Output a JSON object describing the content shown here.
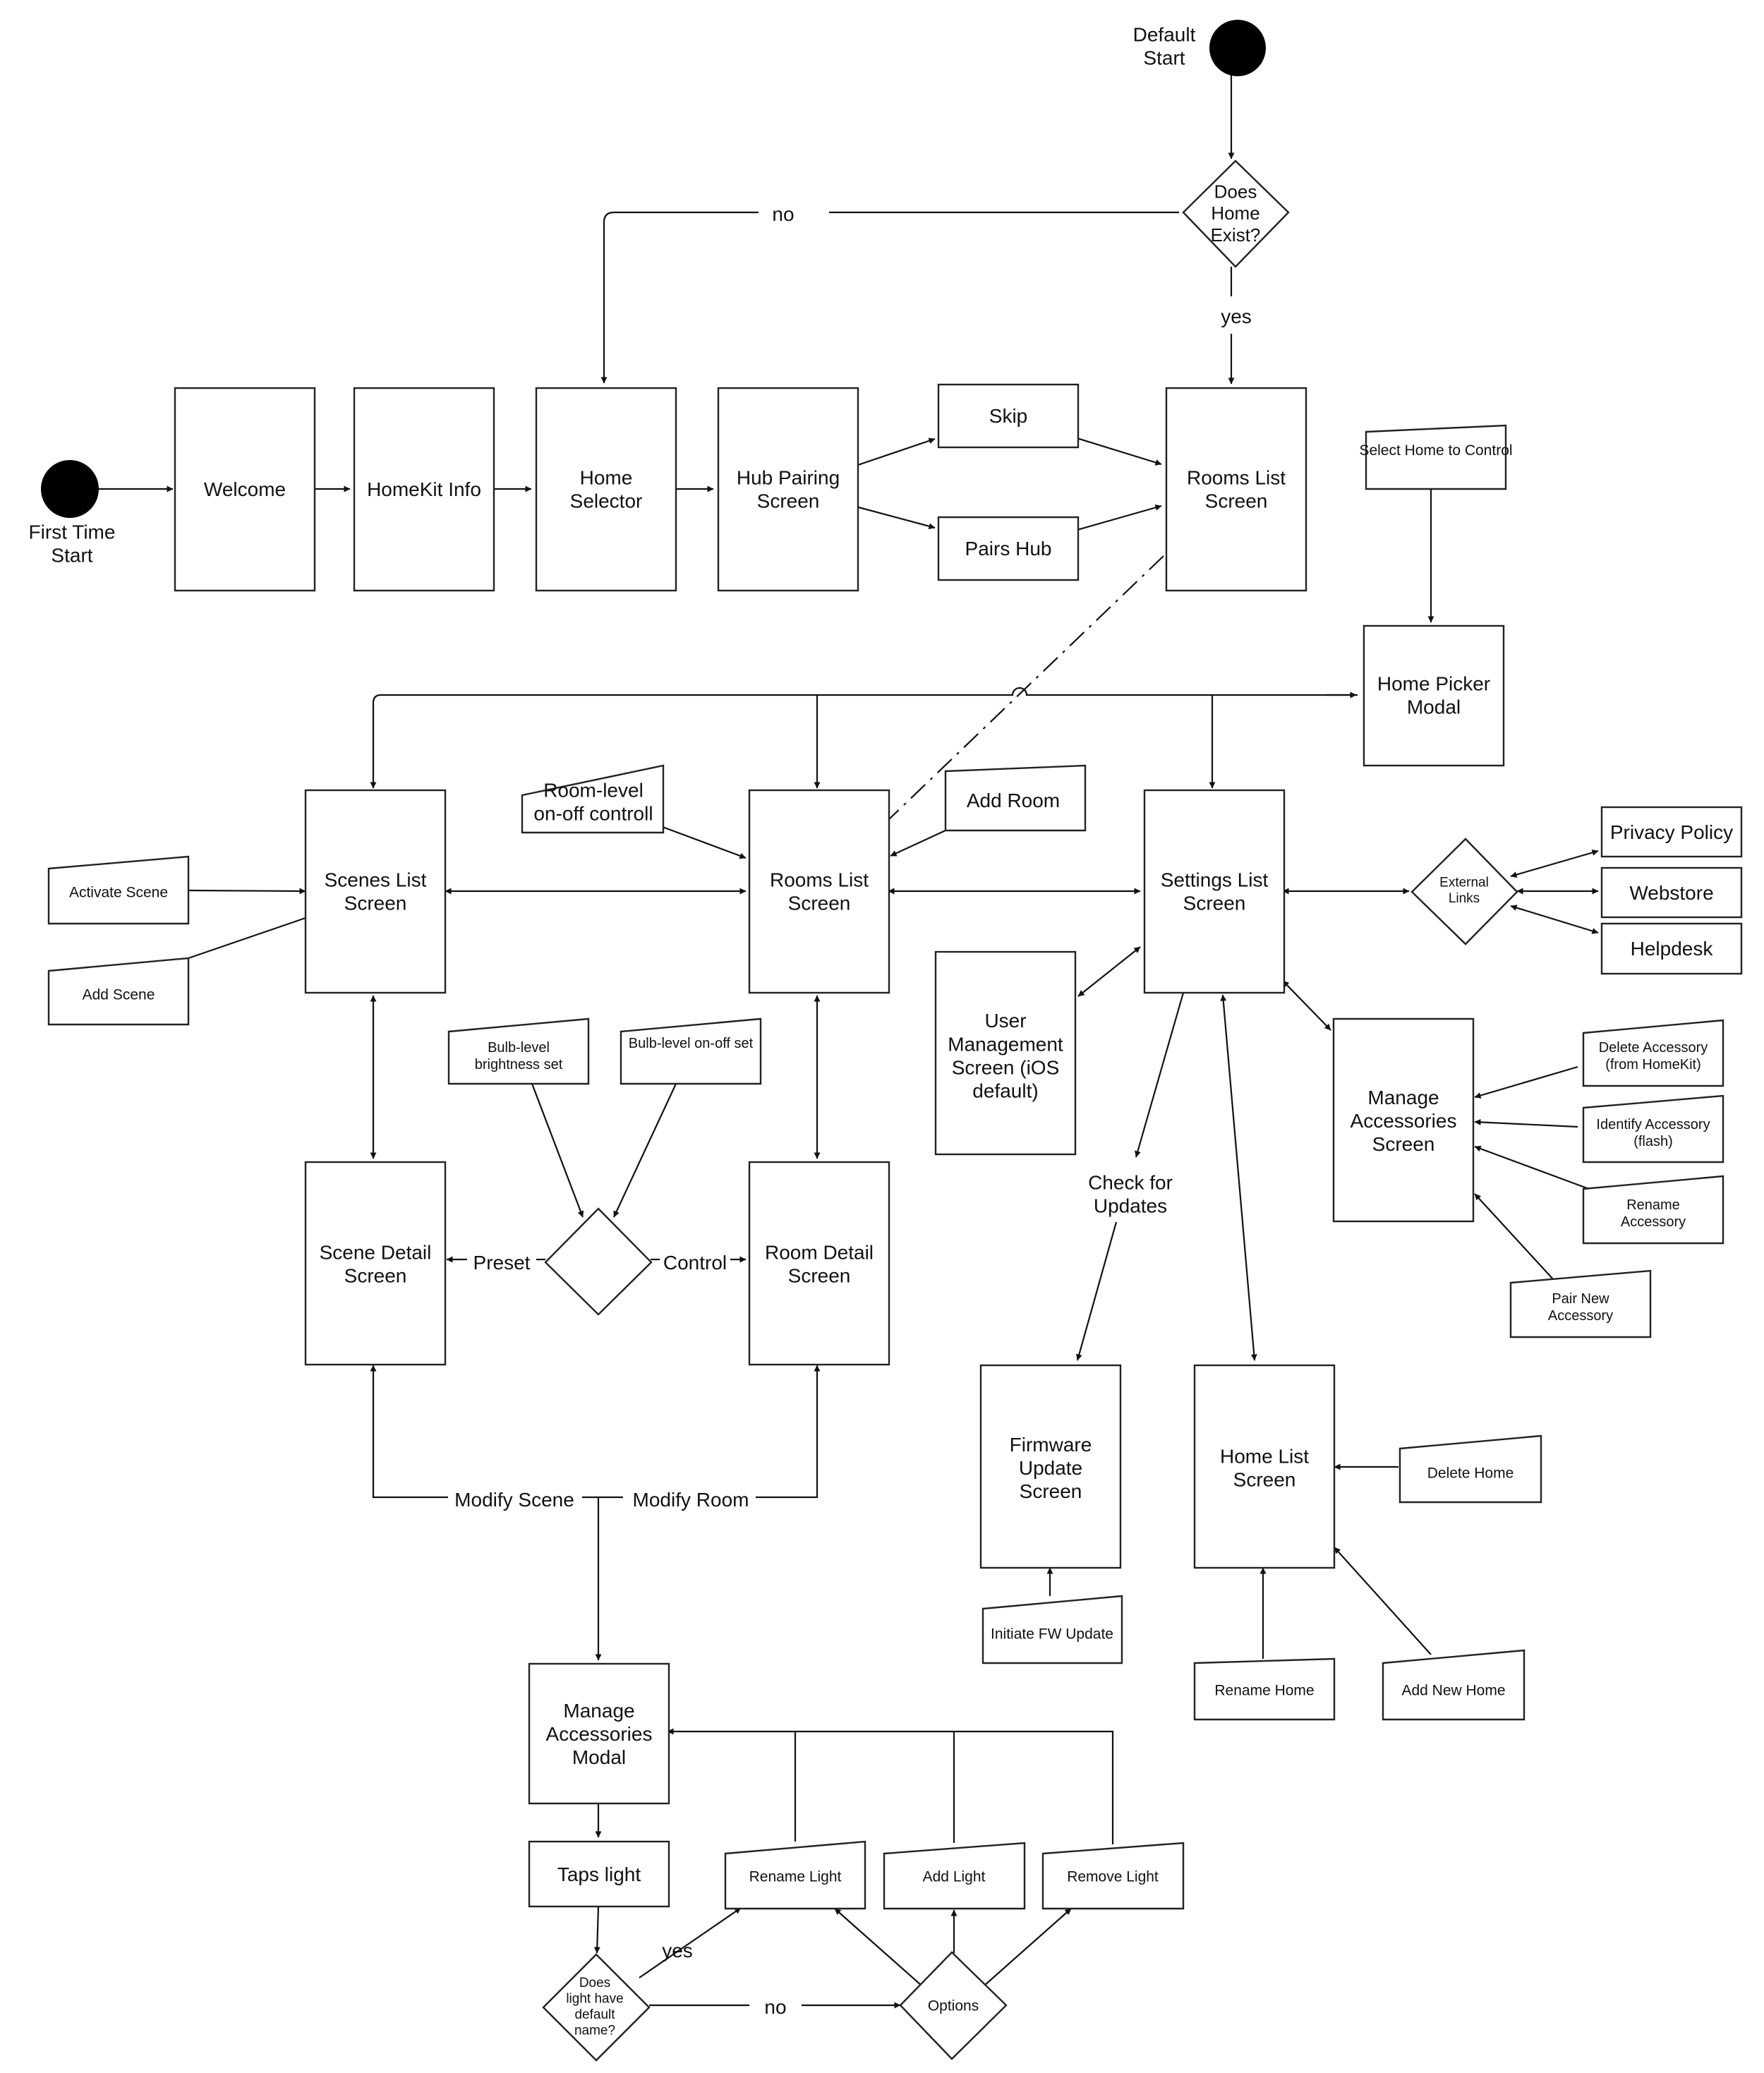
{
  "nodes": {
    "default_start": "Default Start",
    "first_time_start": "First Time Start",
    "does_home_exist": "Does Home Exist?",
    "welcome": "Welcome",
    "homekit_info": "HomeKit Info",
    "home_selector": "Home Selector",
    "hub_pairing": "Hub Pairing Screen",
    "skip": "Skip",
    "pairs_hub": "Pairs Hub",
    "rooms_list_top": "Rooms List Screen",
    "select_home": "Select Home to Control",
    "home_picker": "Home Picker Modal",
    "scenes_list": "Scenes List Screen",
    "room_level_onoff": "Room-level on-off controll",
    "rooms_list": "Rooms List Screen",
    "add_room": "Add Room",
    "settings_list": "Settings List Screen",
    "external_links": "External Links",
    "privacy_policy": "Privacy Policy",
    "webstore": "Webstore",
    "helpdesk": "Helpdesk",
    "activate_scene": "Activate Scene",
    "add_scene": "Add Scene",
    "user_mgmt": "User Management Screen (iOS default)",
    "manage_acc_screen": "Manage Accessories Screen",
    "delete_accessory": "Delete Accessory (from HomeKit)",
    "identify_accessory": "Identify Accessory (flash)",
    "rename_accessory": "Rename Accessory",
    "pair_new_accessory": "Pair New Accessory",
    "bulb_brightness": "Bulb-level brightness set",
    "bulb_onoff": "Bulb-level on-off set",
    "scene_detail": "Scene Detail Screen",
    "room_detail": "Room Detail Screen",
    "firmware_update": "Firmware Update Screen",
    "initiate_fw": "Initiate FW Update",
    "home_list": "Home List Screen",
    "delete_home": "Delete Home",
    "rename_home": "Rename Home",
    "add_new_home": "Add New Home",
    "manage_acc_modal": "Manage Accessories Modal",
    "taps_light": "Taps light",
    "rename_light": "Rename Light",
    "add_light": "Add Light",
    "remove_light": "Remove Light",
    "default_name": "Does light have default name?",
    "options": "Options"
  },
  "labels": {
    "no_top": "no",
    "yes_top": "yes",
    "preset": "Preset",
    "control": "Control",
    "check_updates": "Check for Updates",
    "modify_scene": "Modify Scene",
    "modify_room": "Modify Room",
    "yes_bottom": "yes",
    "no_bottom": "no"
  }
}
